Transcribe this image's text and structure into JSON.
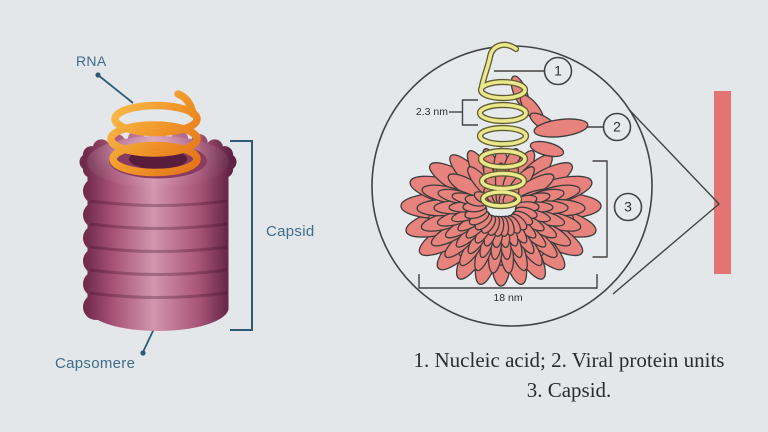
{
  "left_diagram": {
    "rna_label": "RNA",
    "capsid_label": "Capsid",
    "capsomere_label": "Capsomere"
  },
  "magnified_view": {
    "badges": [
      "1",
      "2",
      "3"
    ],
    "measurements": {
      "helix_pitch": "2.3 nm",
      "capsid_width": "18 nm"
    }
  },
  "caption": {
    "line1": "1. Nucleic acid; 2. Viral protein units",
    "line2": "3. Capsid."
  },
  "colors": {
    "background": "#e3e7ea",
    "label_text": "#3e6d89",
    "leader": "#2e5a74",
    "outline": "#434343",
    "petal": "#e8827c",
    "helix": "#ebe88b",
    "helix_outline": "#5d5c33",
    "bar": "#e27474",
    "caption_text": "#2b2b31",
    "capsid_mid": "#a85479",
    "capsid_light": "#d295ae",
    "rna_light": "#f9c04d",
    "rna_deep": "#e2701a"
  }
}
